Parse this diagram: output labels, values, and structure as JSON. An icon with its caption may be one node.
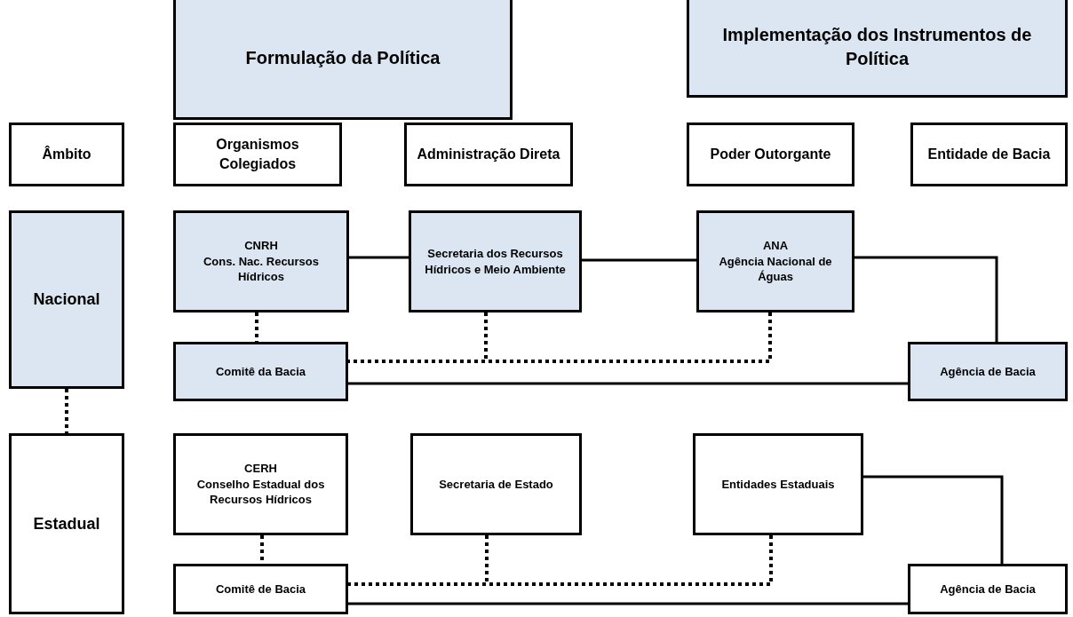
{
  "diagram": {
    "nodes": [
      {
        "text": [
          "Formulação da Política"
        ]
      },
      {
        "text": [
          "Implementação dos Instrumentos de Política"
        ]
      },
      {
        "text": [
          "Âmbito"
        ]
      },
      {
        "text": [
          "Organismos Colegiados"
        ]
      },
      {
        "text": [
          "Administração Direta"
        ]
      },
      {
        "text": [
          "Poder Outorgante"
        ]
      },
      {
        "text": [
          "Entidade de Bacia"
        ]
      },
      {
        "text": [
          "Nacional"
        ]
      },
      {
        "text": [
          "CNRH",
          "Cons. Nac. Recursos Hídricos"
        ]
      },
      {
        "text": [
          "Secretaria dos Recursos Hídricos e Meio Ambiente"
        ]
      },
      {
        "text": [
          "ANA",
          "Agência Nacional de Águas"
        ]
      },
      {
        "text": [
          "Comitê da Bacia"
        ]
      },
      {
        "text": [
          "Agência de Bacia"
        ]
      },
      {
        "text": [
          "Estadual"
        ]
      },
      {
        "text": [
          "CERH",
          "Conselho Estadual dos Recursos Hídricos"
        ]
      },
      {
        "text": [
          "Secretaria de Estado"
        ]
      },
      {
        "text": [
          "Entidades Estaduais"
        ]
      },
      {
        "text": [
          "Comitê de Bacia"
        ]
      },
      {
        "text": [
          "Agência de Bacia"
        ]
      }
    ],
    "edges": [
      {
        "from": 8,
        "to": 9,
        "arrow": "none"
      },
      {
        "from": 9,
        "to": 10,
        "arrow": "none"
      },
      {
        "from": 10,
        "to": 12,
        "arrow": "none"
      },
      {
        "from": 8,
        "to": 11,
        "arrow": "none",
        "style": "dashed"
      },
      {
        "from": 9,
        "to": 11,
        "arrow": "none",
        "style": "dashed"
      },
      {
        "from": 10,
        "to": 11,
        "arrow": "none",
        "style": "dashed"
      },
      {
        "from": 11,
        "to": 12,
        "arrow": "none"
      },
      {
        "from": 7,
        "to": 13,
        "arrow": "none",
        "style": "dashed"
      },
      {
        "from": 14,
        "to": 17,
        "arrow": "none",
        "style": "dashed"
      },
      {
        "from": 15,
        "to": 17,
        "arrow": "none",
        "style": "dashed"
      },
      {
        "from": 16,
        "to": 17,
        "arrow": "none",
        "style": "dashed"
      },
      {
        "from": 17,
        "to": 18,
        "arrow": "none"
      },
      {
        "from": 16,
        "to": 18,
        "arrow": "none"
      }
    ]
  }
}
